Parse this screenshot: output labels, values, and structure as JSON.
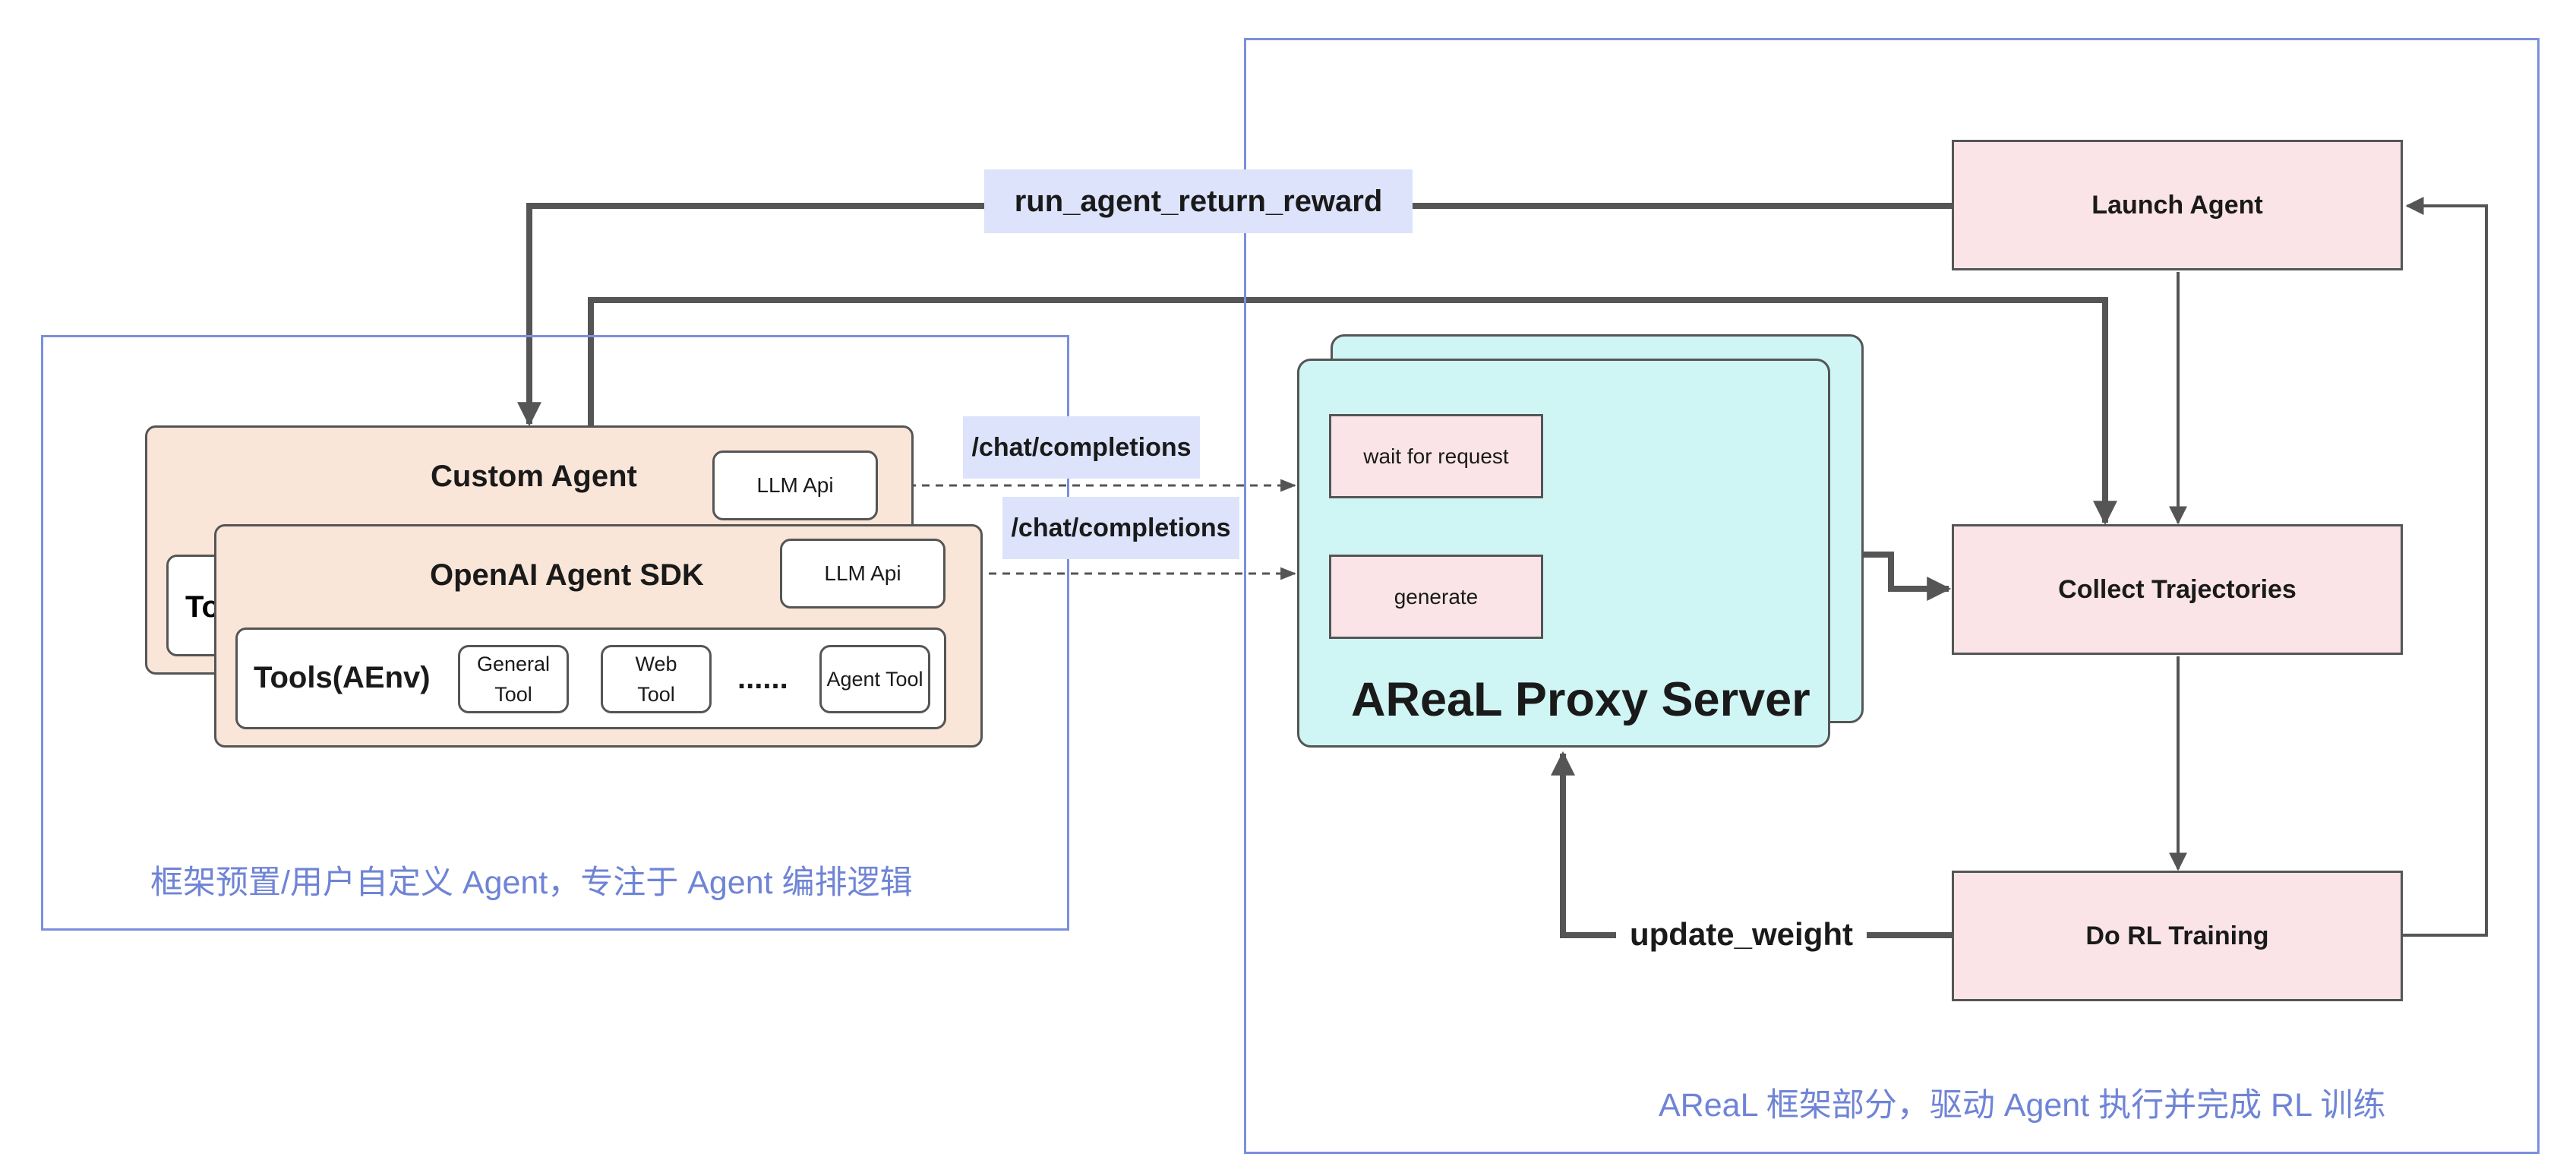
{
  "left_region": {
    "caption": "框架预置/用户自定义 Agent，专注于 Agent 编排逻辑"
  },
  "right_region": {
    "caption": "AReaL 框架部分，驱动 Agent 执行并完成 RL 训练"
  },
  "custom_agent": {
    "title": "Custom Agent",
    "llm_api": "LLM Api",
    "hidden_tools_fragment": "To"
  },
  "openai_agent": {
    "title": "OpenAI Agent SDK",
    "llm_api": "LLM Api",
    "tools_title": "Tools(AEnv)",
    "tools": [
      {
        "line1": "General",
        "line2": "Tool"
      },
      {
        "line1": "Web",
        "line2": "Tool"
      }
    ],
    "ellipsis": "......",
    "agent_tool": "Agent Tool"
  },
  "proxy": {
    "title": "AReaL Proxy Server",
    "wait_box": "wait for request",
    "generate_box": "generate"
  },
  "pipeline": {
    "launch": "Launch Agent",
    "collect": "Collect Trajectories",
    "train": "Do RL Training"
  },
  "edges": {
    "run_agent": "run_agent_return_reward",
    "chat1": "/chat/completions",
    "chat2": "/chat/completions",
    "update_weight": "update_weight"
  },
  "colors": {
    "region_border": "#7b8fdc",
    "caption": "#6f84d6",
    "agent_fill": "#f9e6d8",
    "proxy_fill": "#cff5f4",
    "pink_fill": "#fae4e7",
    "edge_label_bg": "#dce3fb",
    "arrow": "#555555"
  }
}
